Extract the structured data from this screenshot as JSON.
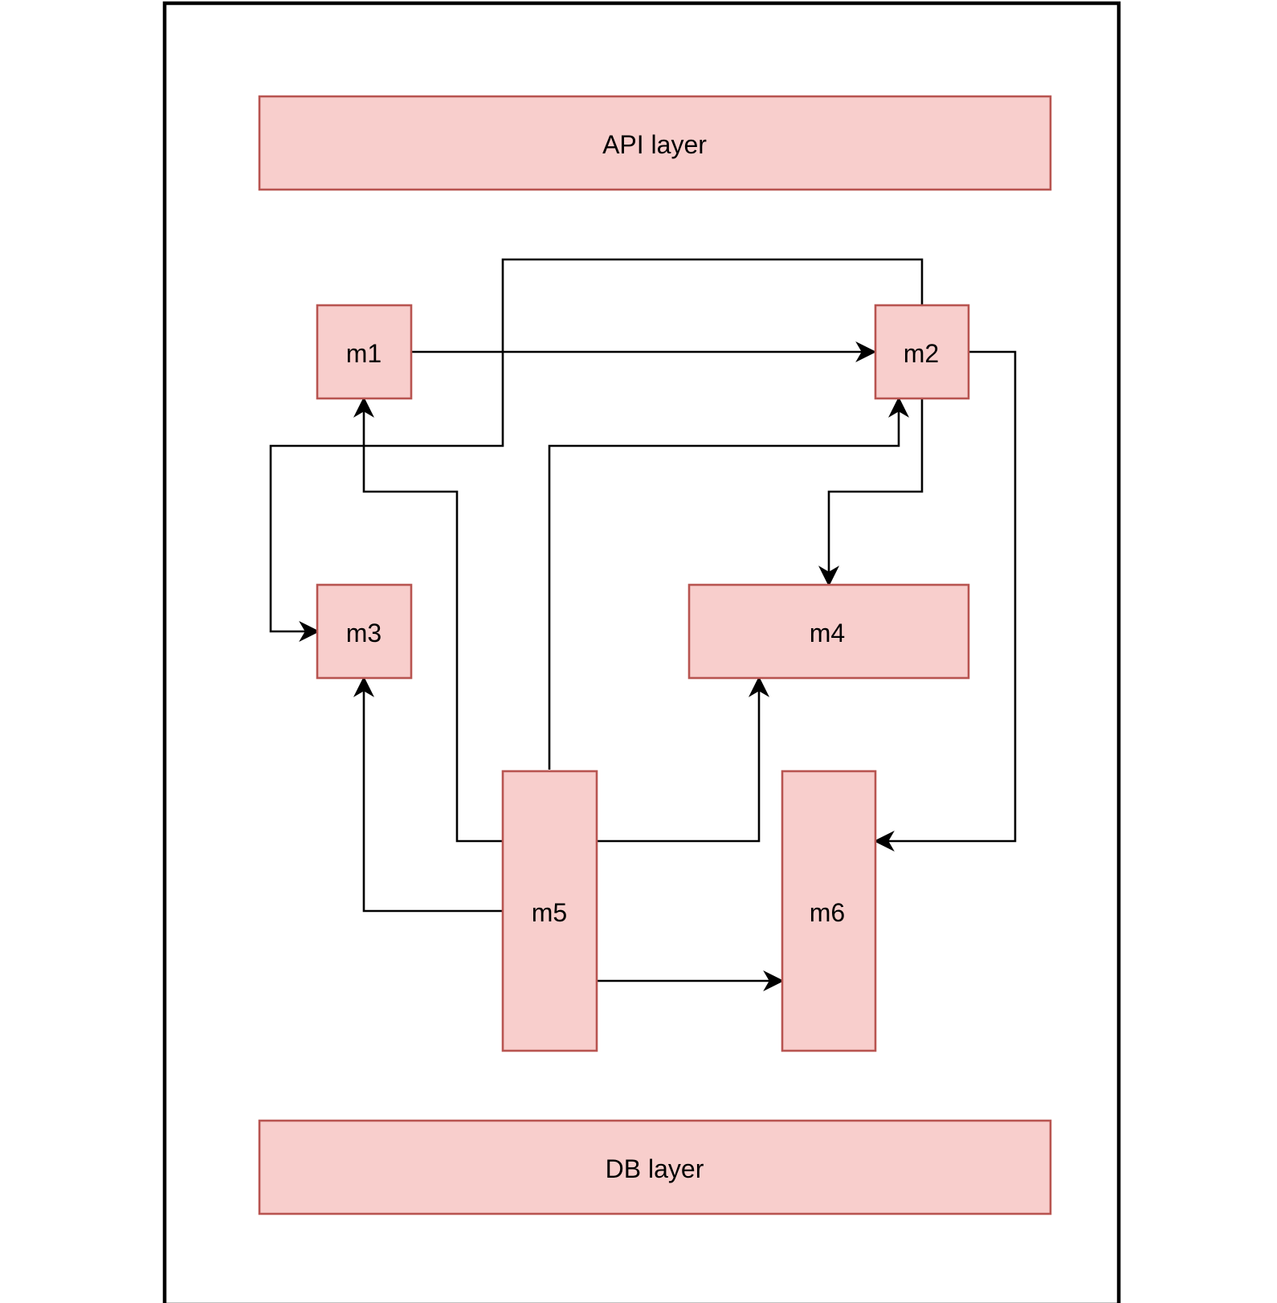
{
  "diagram": {
    "colors": {
      "node_fill": "#f8cecc",
      "node_stroke": "#b85450",
      "edge": "#000000",
      "frame": "#000000"
    },
    "nodes": {
      "api_layer": "API layer",
      "m1": "m1",
      "m2": "m2",
      "m3": "m3",
      "m4": "m4",
      "m5": "m5",
      "m6": "m6",
      "db_layer": "DB layer"
    },
    "edges": [
      {
        "from": "m1",
        "to": "m2"
      },
      {
        "from": "m2",
        "to": "m3"
      },
      {
        "from": "m2",
        "to": "m4"
      },
      {
        "from": "m2",
        "to": "m6"
      },
      {
        "from": "m5",
        "to": "m1"
      },
      {
        "from": "m5",
        "to": "m2"
      },
      {
        "from": "m5",
        "to": "m3"
      },
      {
        "from": "m5",
        "to": "m4"
      },
      {
        "from": "m5",
        "to": "m6"
      }
    ]
  }
}
